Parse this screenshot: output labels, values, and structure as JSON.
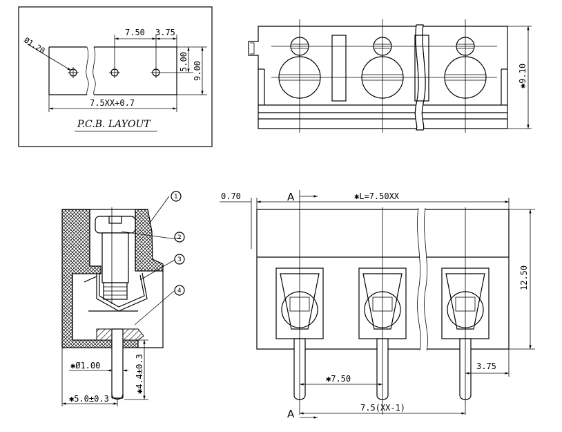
{
  "pcb": {
    "hole_dia": "Ø1.20",
    "pitch": "7.50",
    "offset": "3.75",
    "row_spacing": "5.00",
    "height": "9.00",
    "length": "7.5XX+0.7",
    "title": "P.C.B. LAYOUT"
  },
  "top_view": {
    "height": "✱9.10"
  },
  "side_view": {
    "callouts": [
      "1",
      "2",
      "3",
      "4"
    ],
    "pin_dia": "✱Ø1.00",
    "pin_len": "✱4.4±0.3",
    "pin_offset": "✱5.0±0.3"
  },
  "front_view": {
    "edge": "0.70",
    "section": "A",
    "length": "✱L=7.50XX",
    "height": "12.50",
    "pitch": "✱7.50",
    "edge_pin": "3.75",
    "span": "7.5(XX-1)"
  }
}
